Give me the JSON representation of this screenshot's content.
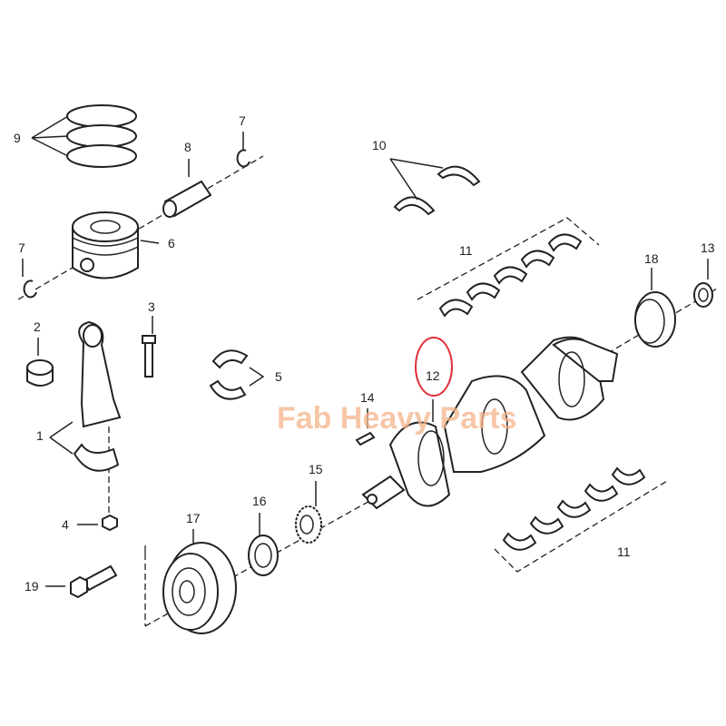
{
  "labels": {
    "piston_rings": "9",
    "circlip_top": "7",
    "piston_pin": "8",
    "piston": "6",
    "circlip_left": "7",
    "thrust_washers": "10",
    "main_bearings_upper": "11",
    "rear_seal": "18",
    "pilot_bearing": "13",
    "conrod_bolt": "3",
    "small_end_bushing": "2",
    "conrod_bearings": "5",
    "crankshaft": "12",
    "key": "14",
    "connecting_rod": "1",
    "crank_gear": "15",
    "front_seal": "16",
    "pulley": "17",
    "nut": "4",
    "main_bearings_lower": "11",
    "pulley_bolt": "19"
  },
  "watermark": "Fab Heavy Parts",
  "colors": {
    "highlight_circle": "#e0303a",
    "watermark": "#f5b48a",
    "line": "#222222"
  }
}
